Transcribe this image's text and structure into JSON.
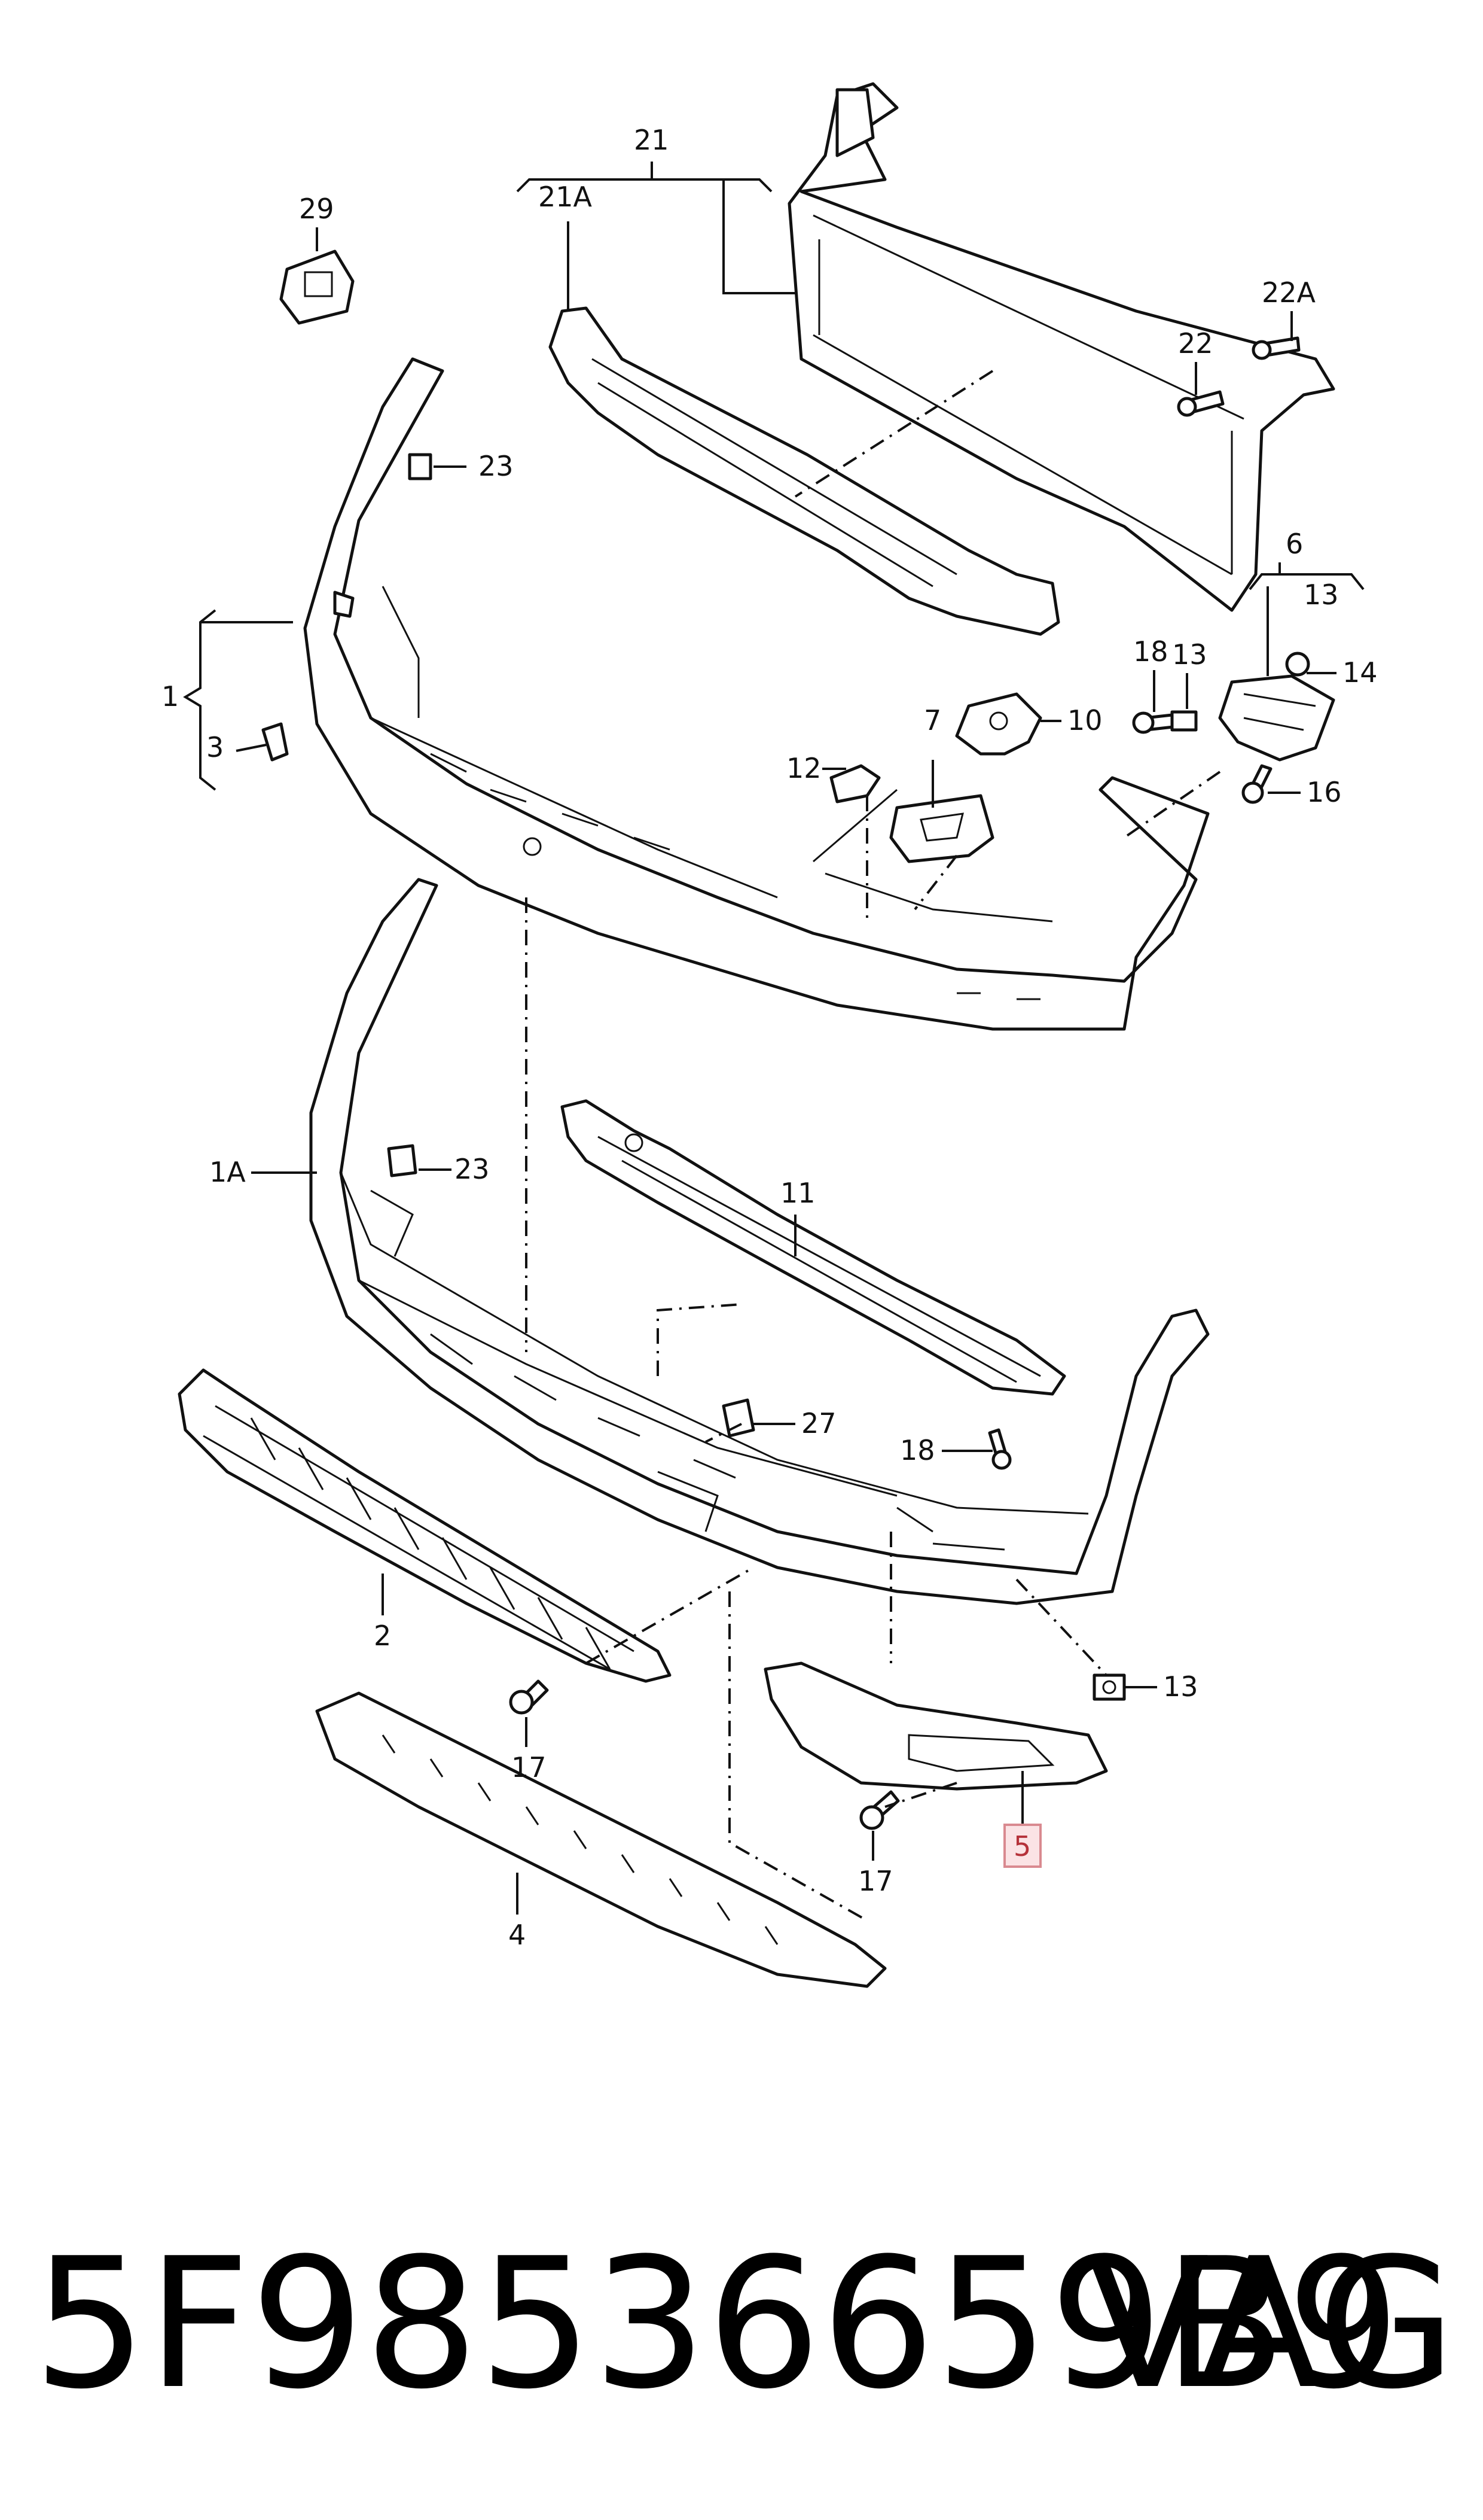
{
  "callouts": {
    "c1": "1",
    "c1A": "1A",
    "c2": "2",
    "c3": "3",
    "c4": "4",
    "c5": "5",
    "c6": "6",
    "c7": "7",
    "c10": "10",
    "c11": "11",
    "c12": "12",
    "c13a": "13",
    "c13b": "13",
    "c13c": "13",
    "c14": "14",
    "c16": "16",
    "c17a": "17",
    "c17b": "17",
    "c18a": "18",
    "c18b": "18",
    "c21": "21",
    "c21A": "21A",
    "c22": "22",
    "c22A": "22A",
    "c23a": "23",
    "c23b": "23",
    "c27": "27",
    "c29": "29"
  },
  "highlighted_callout": "5",
  "footer": {
    "part_number": "5F98536659B9",
    "brand": "VAG"
  }
}
